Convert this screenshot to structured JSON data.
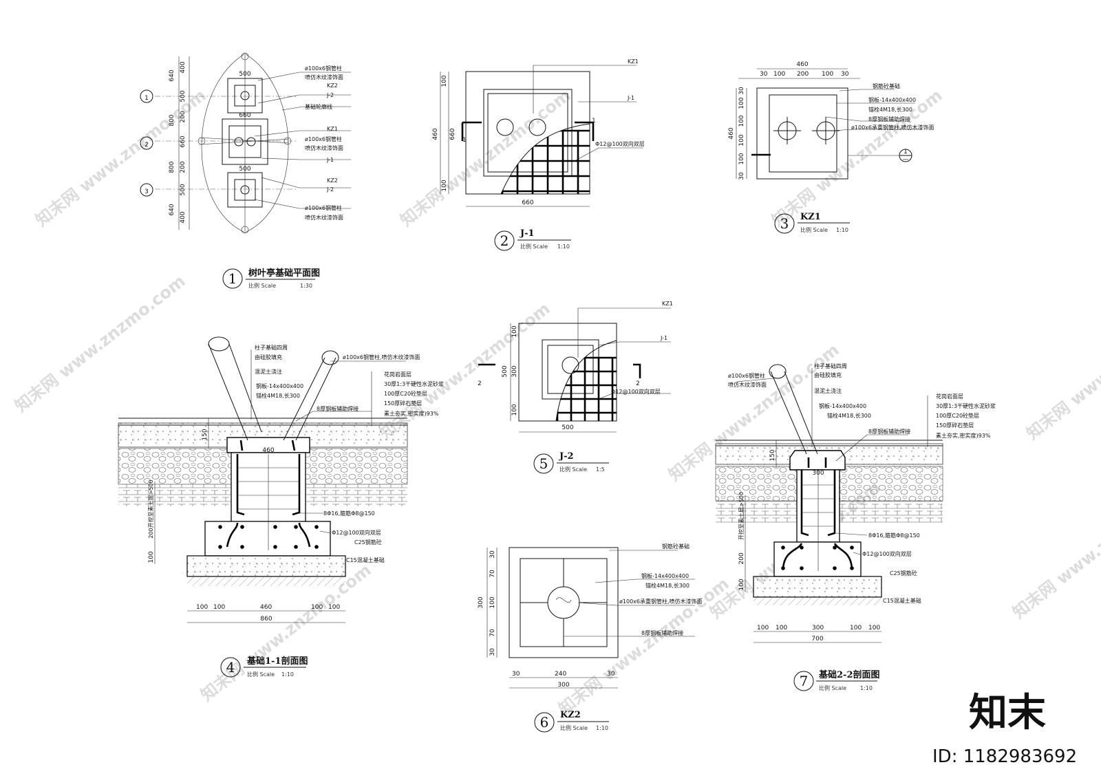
{
  "drawings": {
    "plan": {
      "num": "1",
      "title": "树叶亭基础平面图",
      "scale_prefix": "比例 Scale",
      "scale": "1:30",
      "axes": [
        "1",
        "2",
        "3"
      ],
      "dims_outer": [
        "640",
        "800",
        "800",
        "640"
      ],
      "dims_inner": [
        "400",
        "500",
        "200",
        "660",
        "200",
        "500",
        "400"
      ],
      "dim_top": "500",
      "dim_mid": "660",
      "dim_bot": "500",
      "labels": [
        "ø100x6钢管柱",
        "喷仿木纹漆饰面",
        "KZ2",
        "J-2",
        "基础轮廓线",
        "KZ1",
        "ø100x6钢管柱",
        "喷仿木纹漆饰面",
        "J-1",
        "KZ2",
        "J-2",
        "ø100x6钢管柱",
        "喷仿木纹漆饰面"
      ]
    },
    "j1": {
      "num": "2",
      "title": "J-1",
      "scale_prefix": "比例 Scale",
      "scale": "1:10",
      "kz": "KZ1",
      "j": "J-1",
      "rebar": "Φ12@100双向双层",
      "dims_left": [
        "100",
        "660",
        "100"
      ],
      "dim_total": "460",
      "dim_bottom": "660",
      "cut": "1"
    },
    "kz1": {
      "num": "3",
      "title": "KZ1",
      "scale_prefix": "比例 Scale",
      "scale": "1:10",
      "dim_total": "460",
      "dims_top": [
        "30",
        "100",
        "200",
        "100",
        "30"
      ],
      "dims_left": [
        "30",
        "100",
        "100",
        "100",
        "100",
        "30"
      ],
      "dim_left_total": "460",
      "labels": [
        "钢筋砼基础",
        "钢板-14x400x400",
        "锚栓4M18,长300",
        "8厚钢板辅助焊接",
        "ø100x6承重钢管柱,喷仿木漆饰面"
      ],
      "callout_top": "1",
      "callout_bot": "—"
    },
    "sec11": {
      "num": "4",
      "title": "基础1-1剖面图",
      "scale_prefix": "比例 Scale",
      "scale": "1:10",
      "labels_top": [
        "柱子基础四周",
        "由硅胶填充",
        "混泥土浇注",
        "钢板-14x400x400",
        "锚栓4M18,长300",
        "ø100x6钢管柱,喷仿木纹漆饰面",
        "8厚钢板辅助焊接"
      ],
      "layers": [
        "花岗岩面层",
        "30厚1:3干硬性水泥砂浆",
        "100厚C20砼垫层",
        "150厚碎石垫层",
        "素土夯实,密实度)93%"
      ],
      "labels_bot": [
        "8Φ16,箍筋Φ8@150",
        "Φ12@100双向双层",
        "C25钢筋砼",
        "C15混凝土基础"
      ],
      "dim_150": "150",
      "dim_460_top": "460",
      "dim_200": "200开挖至素土层>500",
      "dim_100": "100",
      "dims_bottom": [
        "100",
        "100",
        "460",
        "100",
        "100"
      ],
      "dim_total": "860"
    },
    "j2": {
      "num": "5",
      "title": "J-2",
      "scale_prefix": "比例 Scale",
      "scale": "1:5",
      "kz": "KZ1",
      "j": "J-1",
      "rebar": "Φ12@100双向双层",
      "dims_left": [
        "100",
        "300",
        "100"
      ],
      "dim_total": "500",
      "dim_bottom": "500",
      "cut": "2"
    },
    "kz2": {
      "num": "6",
      "title": "KZ2",
      "scale_prefix": "比例 Scale",
      "scale": "1:10",
      "labels": [
        "钢筋砼基础",
        "钢板-14x400x400",
        "锚栓4M18,长300",
        "ø100x6承重钢管柱,喷仿木漆饰面",
        "8厚钢板辅助焊接"
      ],
      "dims_left": [
        "30",
        "70",
        "100",
        "70",
        "30"
      ],
      "dim_left_total": "300",
      "dims_bottom": [
        "30",
        "240",
        "30"
      ],
      "dim_total": "300"
    },
    "sec22": {
      "num": "7",
      "title": "基础2-2剖面图",
      "scale_prefix": "比例 Scale",
      "scale": "1:10",
      "labels_top": [
        "ø100x6钢管柱",
        "喷仿木纹漆饰面",
        "柱子基础四周",
        "由硅胶填充",
        "混泥土浇注",
        "钢板-14x400x400",
        "锚栓4M18,长300",
        "8厚钢板辅助焊接"
      ],
      "layers": [
        "花岗岩面层",
        "30厚1:3干硬性水泥砂浆",
        "100厚C20砼垫层",
        "150厚碎石垫层",
        "素土夯实,密实度)93%"
      ],
      "labels_bot": [
        "8Φ16,箍筋Φ8@150",
        "Φ12@100双向双层",
        "C25钢筋砼",
        "C15混凝土基础"
      ],
      "dim_150": "150",
      "dim_300_top": "300",
      "dim_200": "200",
      "dim_excav": "开挖至素土层>500",
      "dim_100": "100",
      "dims_bottom": [
        "100",
        "100",
        "300",
        "100",
        "100"
      ],
      "dim_total": "700"
    }
  },
  "watermark": {
    "text": "www.znzmo.com",
    "brand": "知末网",
    "logo": "知末",
    "id": "ID: 1182983692"
  }
}
